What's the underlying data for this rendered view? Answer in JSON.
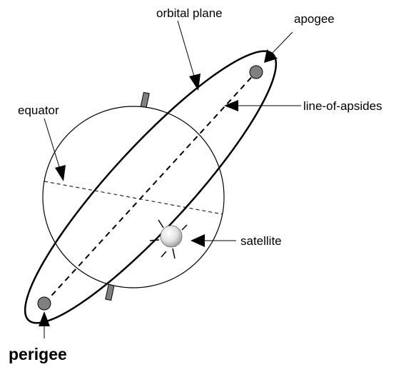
{
  "labels": {
    "orbital_plane": "orbital plane",
    "apogee": "apogee",
    "line_of_apsides": "line-of-apsides",
    "equator": "equator",
    "satellite": "satellite",
    "perigee": "perigee"
  },
  "colors": {
    "stroke": "#000000",
    "marker_fill": "#808080",
    "axis_fill": "#808080",
    "satellite_highlight": "#ffffff",
    "satellite_shadow": "#9a9a9a",
    "background": "#ffffff"
  }
}
